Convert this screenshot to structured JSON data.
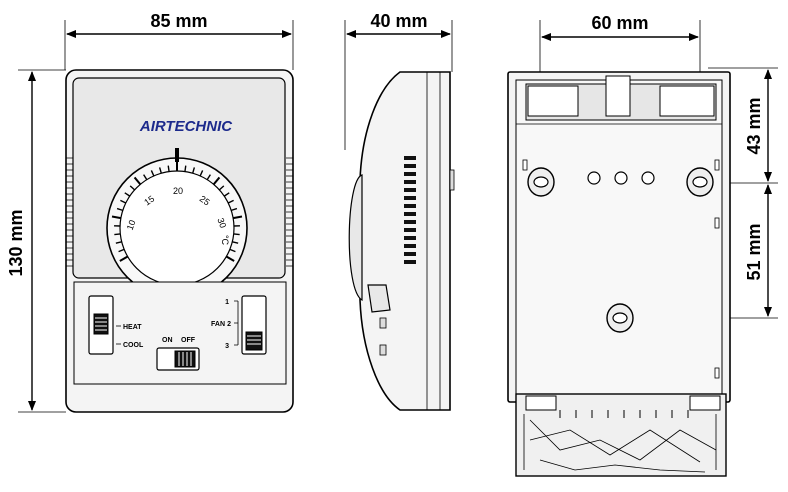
{
  "dimensions": {
    "front_width": "85 mm",
    "side_depth": "40 mm",
    "back_width": "60 mm",
    "height": "130 mm",
    "upper_spacing": "43 mm",
    "lower_spacing": "51 mm"
  },
  "front_panel": {
    "brand": "AIRTECHNIC",
    "dial_ticks": [
      "10",
      "15",
      "20",
      "25",
      "30"
    ],
    "dial_unit": "°C",
    "mode_heat": "HEAT",
    "mode_cool": "COOL",
    "fan_label": "FAN",
    "fan_1": "1",
    "fan_2": "2",
    "fan_3": "3",
    "switch_on": "ON",
    "switch_off": "OFF"
  },
  "colors": {
    "brand_text": "#1c2a8c",
    "line": "#000000"
  }
}
